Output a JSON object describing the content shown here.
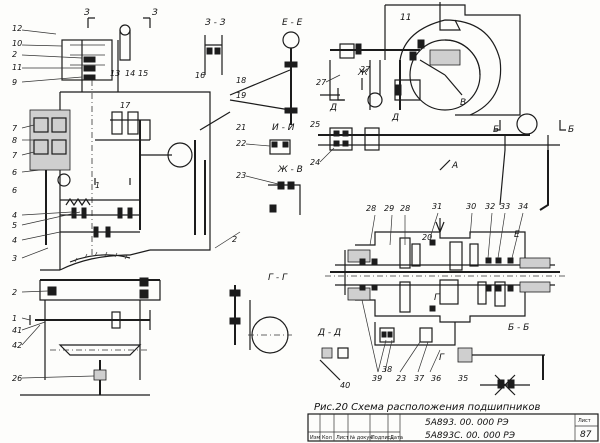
{
  "caption": "Рис.20 Схема расположения подшипников",
  "title_block": {
    "doc_code_1": "5А893. 00. 000 РЭ",
    "doc_code_2": "5А893С. 00. 000 РЭ",
    "sheet_label": "Лист",
    "sheet_number": "87",
    "col_izm": "Изм",
    "col_kol": "Кол",
    "col_list": "Лист",
    "col_ndok": "№ докум",
    "col_podp": "Подпись",
    "col_data": "Дата"
  },
  "section_labels": {
    "z3": "З - З",
    "ee": "Е - Е",
    "ii": "И - И",
    "zhv": "Ж - В",
    "gg": "Г - Г",
    "dd": "Д - Д",
    "bb": "Б - Б",
    "arrow_z": "З",
    "arrow_v": "В",
    "arrow_v2": "В",
    "arrow_b": "Б",
    "arrow_b2": "Б",
    "arrow_d": "Д",
    "arrow_d2": "Д",
    "arrow_zh": "Ж",
    "arrow_i": "И",
    "arrow_g": "Г",
    "arrow_g2": "Г",
    "arrow_e": "Е",
    "arrow_a": "А"
  },
  "callouts": {
    "n12": "12",
    "n10": "10",
    "n2": "2",
    "n11": "11",
    "n9": "9",
    "n7a": "7",
    "n8": "8",
    "n7b": "7",
    "n6": "6",
    "n5": "5",
    "n4": "4",
    "n3": "3",
    "n1": "1",
    "n41": "41",
    "n42": "42",
    "n26": "26",
    "n13": "13",
    "n14": "14",
    "n15": "15",
    "n16": "16",
    "n17": "17",
    "n18": "18",
    "n19": "19",
    "n20": "20",
    "n21": "21",
    "n22": "22",
    "n23": "23",
    "n24": "24",
    "n25": "25",
    "n27": "27",
    "n28": "28",
    "n29": "29",
    "n30": "30",
    "n31": "31",
    "n32": "32",
    "n33": "33",
    "n34": "34",
    "n35": "35",
    "n36": "36",
    "n37": "37",
    "n38": "38",
    "n39": "39",
    "n40": "40",
    "n2b": "2",
    "n2c": "2",
    "n28b": "28",
    "n23b": "23",
    "n4b": "4",
    "n1r": "1",
    "n6b": "6",
    "n27b": "27",
    "n11b": "11"
  }
}
